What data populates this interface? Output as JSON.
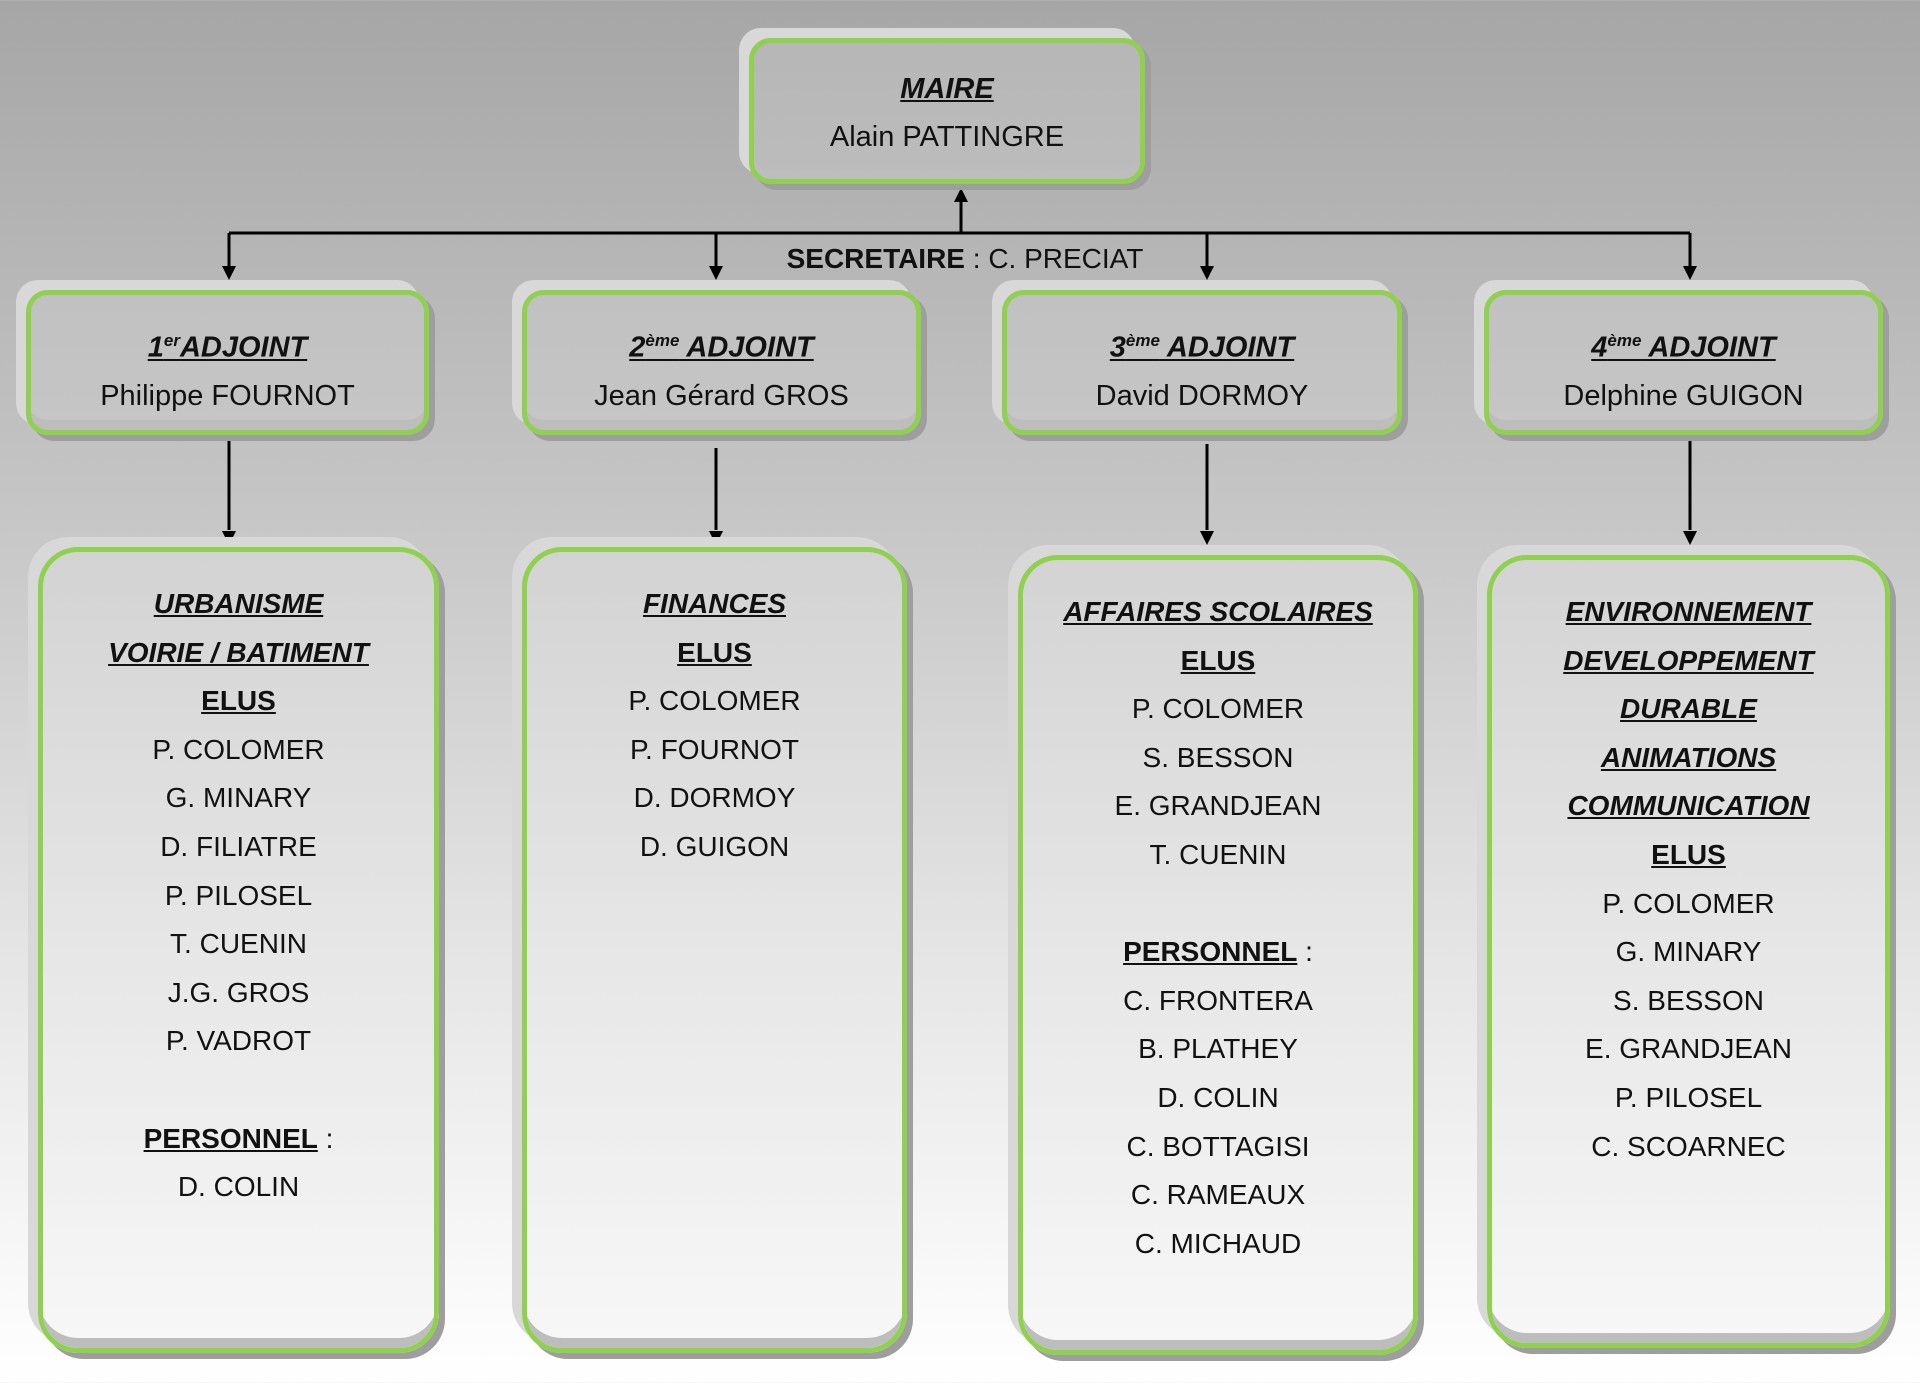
{
  "maire": {
    "title": "MAIRE",
    "name": "Alain PATTINGRE"
  },
  "secretaire": {
    "label": "SECRETAIRE",
    "sep": " : ",
    "name": "C. PRECIAT"
  },
  "adjoints": [
    {
      "num": "1",
      "sup": "er",
      "title": "ADJOINT",
      "name": "Philippe FOURNOT"
    },
    {
      "num": "2",
      "sup": "ème",
      "title": " ADJOINT",
      "name": "Jean Gérard GROS"
    },
    {
      "num": "3",
      "sup": "ème",
      "title": " ADJOINT",
      "name": "David DORMOY"
    },
    {
      "num": "4",
      "sup": "ème",
      "title": " ADJOINT",
      "name": "Delphine GUIGON"
    }
  ],
  "commissions": [
    {
      "titles": [
        "URBANISME",
        "VOIRIE / BATIMENT"
      ],
      "elus_label": "ELUS",
      "elus": [
        "P. COLOMER",
        "G. MINARY",
        "D. FILIATRE",
        "P. PILOSEL",
        "T. CUENIN",
        "J.G. GROS",
        "P. VADROT"
      ],
      "personnel_label": "PERSONNEL",
      "personnel_sep": " :",
      "personnel": [
        "D. COLIN"
      ]
    },
    {
      "titles": [
        "FINANCES"
      ],
      "elus_label": "ELUS",
      "elus": [
        "P. COLOMER",
        "P. FOURNOT",
        "D. DORMOY",
        "D. GUIGON"
      ]
    },
    {
      "titles": [
        "AFFAIRES SCOLAIRES"
      ],
      "elus_label": "ELUS",
      "elus": [
        "P. COLOMER",
        "S. BESSON",
        "E. GRANDJEAN",
        "T. CUENIN"
      ],
      "personnel_label": "PERSONNEL",
      "personnel_sep": " :",
      "personnel": [
        "C. FRONTERA",
        "B. PLATHEY",
        "D. COLIN",
        "C. BOTTAGISI",
        "C. RAMEAUX",
        "C. MICHAUD"
      ]
    },
    {
      "titles": [
        "ENVIRONNEMENT",
        "DEVELOPPEMENT",
        "DURABLE",
        "ANIMATIONS",
        "COMMUNICATION"
      ],
      "elus_label": "ELUS",
      "elus": [
        "P. COLOMER",
        "G. MINARY",
        "S. BESSON",
        "E. GRANDJEAN",
        "P. PILOSEL",
        "C. SCOARNEC"
      ]
    }
  ],
  "colors": {
    "border": "#8fd14f",
    "line": "#000000"
  }
}
